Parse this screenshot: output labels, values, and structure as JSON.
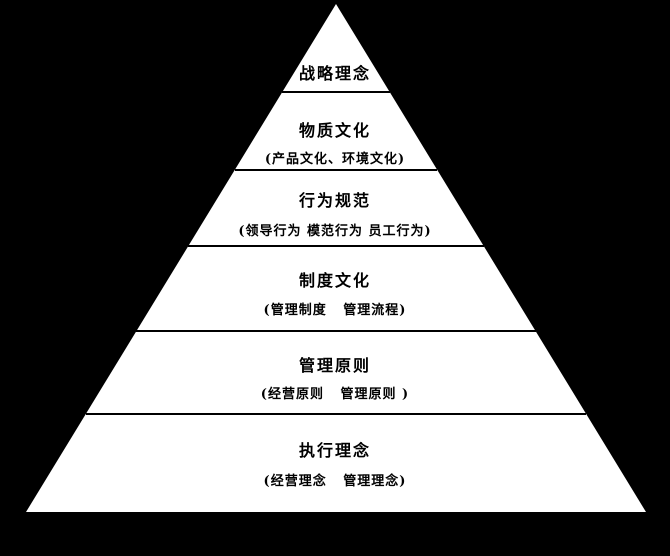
{
  "diagram": {
    "type": "pyramid",
    "background_color": "#000000",
    "pyramid_fill": "#ffffff",
    "divider_color": "#000000",
    "text_color": "#000000",
    "layers": [
      {
        "title": "战略理念",
        "subtitle": ""
      },
      {
        "title": "物质文化",
        "subtitle": "(产品文化、环境文化)"
      },
      {
        "title": "行为规范",
        "subtitle": "(领导行为 模范行为 员工行为)"
      },
      {
        "title": "制度文化",
        "subtitle": "(管理制度   管理流程)"
      },
      {
        "title": "管理原则",
        "subtitle": "(经营原则   管理原则 )"
      },
      {
        "title": "执行理念",
        "subtitle": "(经营理念   管理理念)"
      }
    ]
  }
}
